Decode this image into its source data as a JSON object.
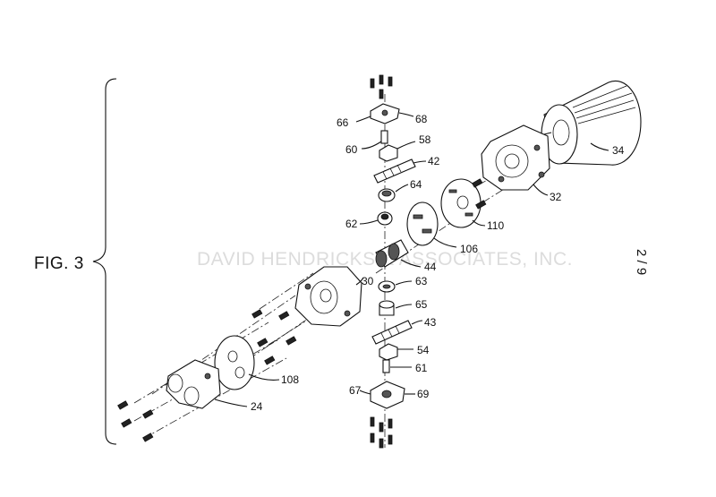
{
  "figure": {
    "label": "FIG. 3"
  },
  "watermark": "DAVID HENDRICKS & ASSOCIATES, INC.",
  "page_number": "2 / 9",
  "reference_numerals": {
    "n66": "66",
    "n68": "68",
    "n60": "60",
    "n58": "58",
    "n42": "42",
    "n64": "64",
    "n62": "62",
    "n44": "44",
    "n106": "106",
    "n110": "110",
    "n32": "32",
    "n34": "34",
    "n30": "30",
    "n63": "63",
    "n65": "65",
    "n43": "43",
    "n54": "54",
    "n61": "61",
    "n67": "67",
    "n69": "69",
    "n108": "108",
    "n24": "24"
  }
}
